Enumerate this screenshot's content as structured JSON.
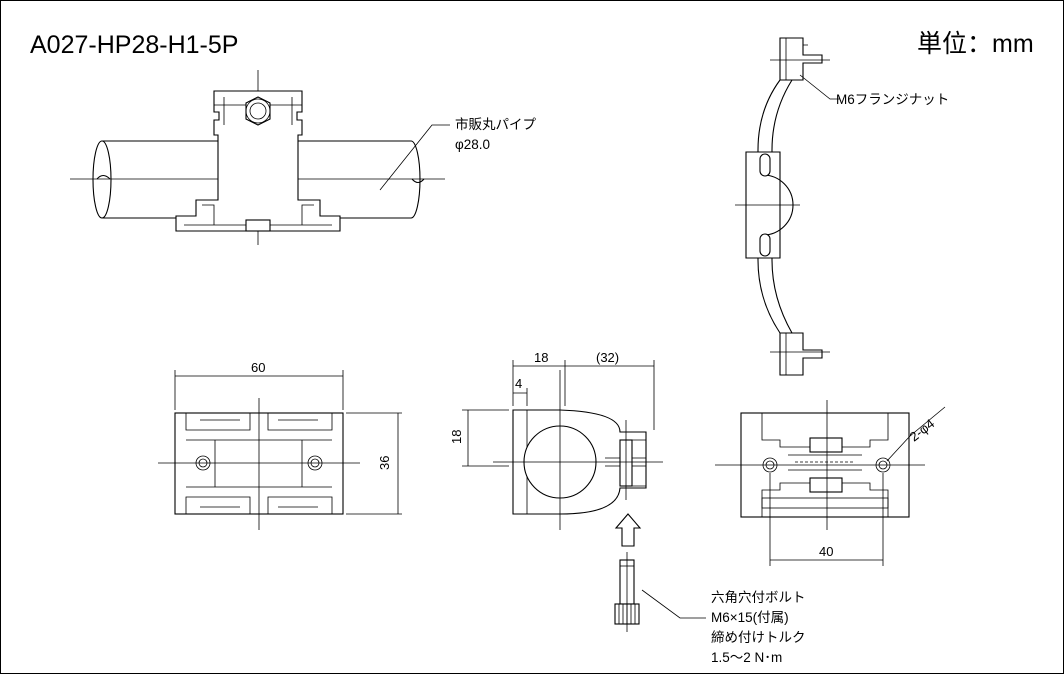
{
  "title": "A027-HP28-H1-5P",
  "unit_label": "単位：mm",
  "labels": {
    "pipe_name": "市販丸パイプ",
    "pipe_dia": "φ28.0",
    "flange_nut": "M6フランジナット",
    "bolt_line1": "六角穴付ボルト",
    "bolt_line2": "M6×15(付属)",
    "bolt_line3": "締め付けトルク",
    "bolt_line4": "1.5～2 N･m"
  },
  "dims": {
    "width_60": "60",
    "height_36": "36",
    "d18_top": "18",
    "d32": "(32)",
    "d4": "4",
    "d18_side": "18",
    "d40": "40",
    "holes": "2-φ4"
  }
}
